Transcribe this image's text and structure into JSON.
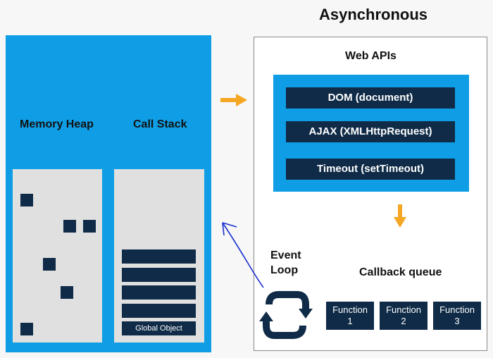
{
  "title": "Asynchronous",
  "engine": {
    "memory_heap_label": "Memory Heap",
    "call_stack_label": "Call Stack",
    "global_object_label": "Global Object"
  },
  "web_apis": {
    "label": "Web APIs",
    "items": [
      {
        "label": "DOM (document)"
      },
      {
        "label": "AJAX (XMLHttpRequest)"
      },
      {
        "label": "Timeout (setTimeout)"
      }
    ]
  },
  "event_loop": {
    "label_line1": "Event",
    "label_line2": "Loop"
  },
  "callback_queue": {
    "label": "Callback queue",
    "functions": [
      {
        "name": "Function",
        "number": "1"
      },
      {
        "name": "Function",
        "number": "2"
      },
      {
        "name": "Function",
        "number": "3"
      }
    ]
  },
  "colors": {
    "engine_blue": "#0f9ee5",
    "navy": "#0f2b47",
    "arrow_orange": "#f5a623",
    "annotation_blue": "#1a2fd0"
  }
}
